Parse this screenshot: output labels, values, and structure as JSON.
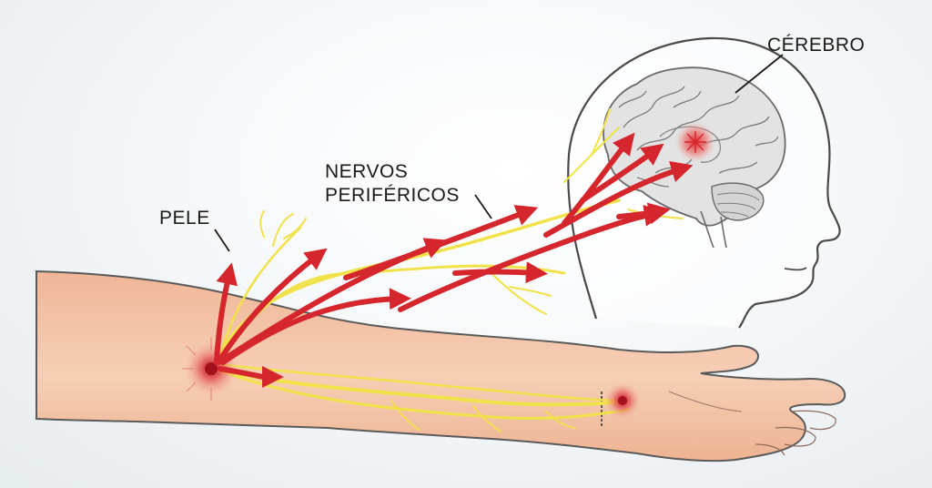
{
  "labels": {
    "brain": "CÉREBRO",
    "nerves_line1": "NERVOS",
    "nerves_line2": "PERIFÉRICOS",
    "skin": "PELE"
  },
  "colors": {
    "skin": "#f2c3a5",
    "skin_outline": "#5a5a5a",
    "brain_fill": "#e3e3e3",
    "head_outline": "#4a4a4a",
    "nerve": "#f2e24a",
    "signal_arrow": "#d4262c",
    "pain_spot": "#c8202a",
    "background": "#f3f6f8"
  }
}
